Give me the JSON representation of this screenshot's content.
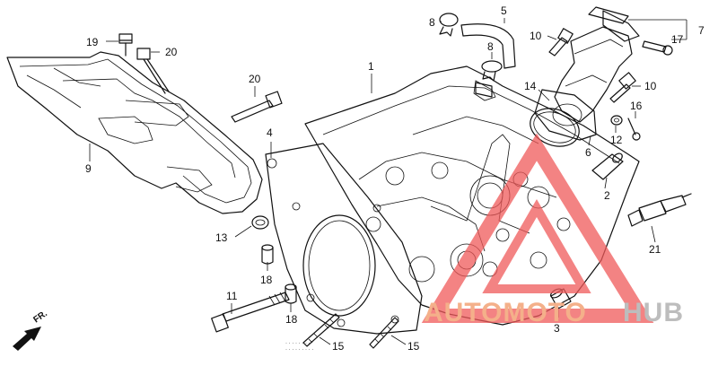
{
  "callouts": {
    "c1": "1",
    "c2": "2",
    "c3": "3",
    "c4": "4",
    "c5": "5",
    "c6": "6",
    "c7": "7",
    "c8a": "8",
    "c8b": "8",
    "c9": "9",
    "c10a": "10",
    "c10b": "10",
    "c11": "11",
    "c12": "12",
    "c13": "13",
    "c14": "14",
    "c15a": "15",
    "c15b": "15",
    "c16": "16",
    "c17": "17",
    "c18a": "18",
    "c18b": "18",
    "c19": "19",
    "c20a": "20",
    "c20b": "20",
    "c21": "21"
  },
  "direction_label": "FR.",
  "watermark": {
    "word1": "AUTOMOTO",
    "word2": "HUB",
    "color1": "#f4b08a",
    "color2": "#bdbdbd",
    "logo_color": "#f05a5a"
  }
}
